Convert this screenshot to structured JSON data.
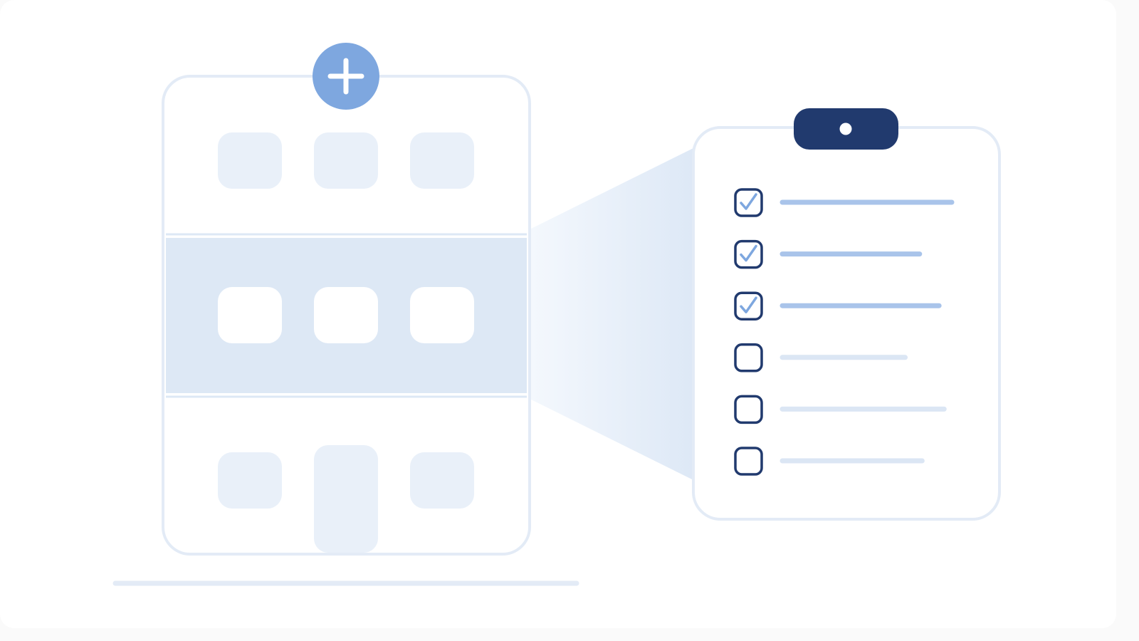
{
  "colors": {
    "page_bg": "#fafafa",
    "canvas_bg": "#ffffff",
    "outline": "#e3ebf6",
    "window_fill": "#e9f0f9",
    "highlight_band": "#dde8f5",
    "accent_blue": "#7ea7df",
    "navy": "#213a6e",
    "checked_line": "#a9c4ea",
    "unchecked_line": "#dbe6f4",
    "check_mark": "#7ea7df"
  },
  "icons": {
    "add_badge": "plus-icon",
    "clip": "clipboard-clip-icon",
    "checkbox_checked": "checkbox-checked-icon",
    "checkbox_empty": "checkbox-empty-icon"
  },
  "building": {
    "window_rows": 3,
    "windows_per_row": 3,
    "highlighted_row": 2,
    "has_door": true
  },
  "checklist": {
    "items": [
      {
        "checked": true,
        "line_length": 1.0
      },
      {
        "checked": true,
        "line_length": 0.81
      },
      {
        "checked": true,
        "line_length": 0.925
      },
      {
        "checked": false,
        "line_length": 0.725
      },
      {
        "checked": false,
        "line_length": 0.955
      },
      {
        "checked": false,
        "line_length": 0.825
      }
    ]
  }
}
